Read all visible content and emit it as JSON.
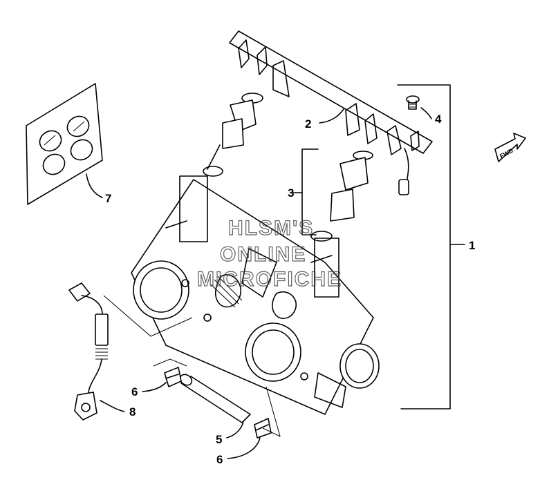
{
  "callouts": {
    "c1": "1",
    "c2": "2",
    "c3": "3",
    "c4": "4",
    "c5": "5",
    "c6a": "6",
    "c6b": "6",
    "c7": "7",
    "c8": "8"
  },
  "forward_arrow": {
    "label": "FWD"
  },
  "watermark": {
    "line1": "HLSM'S",
    "line2": "ONLINE",
    "line3": "MICROFICHE"
  }
}
